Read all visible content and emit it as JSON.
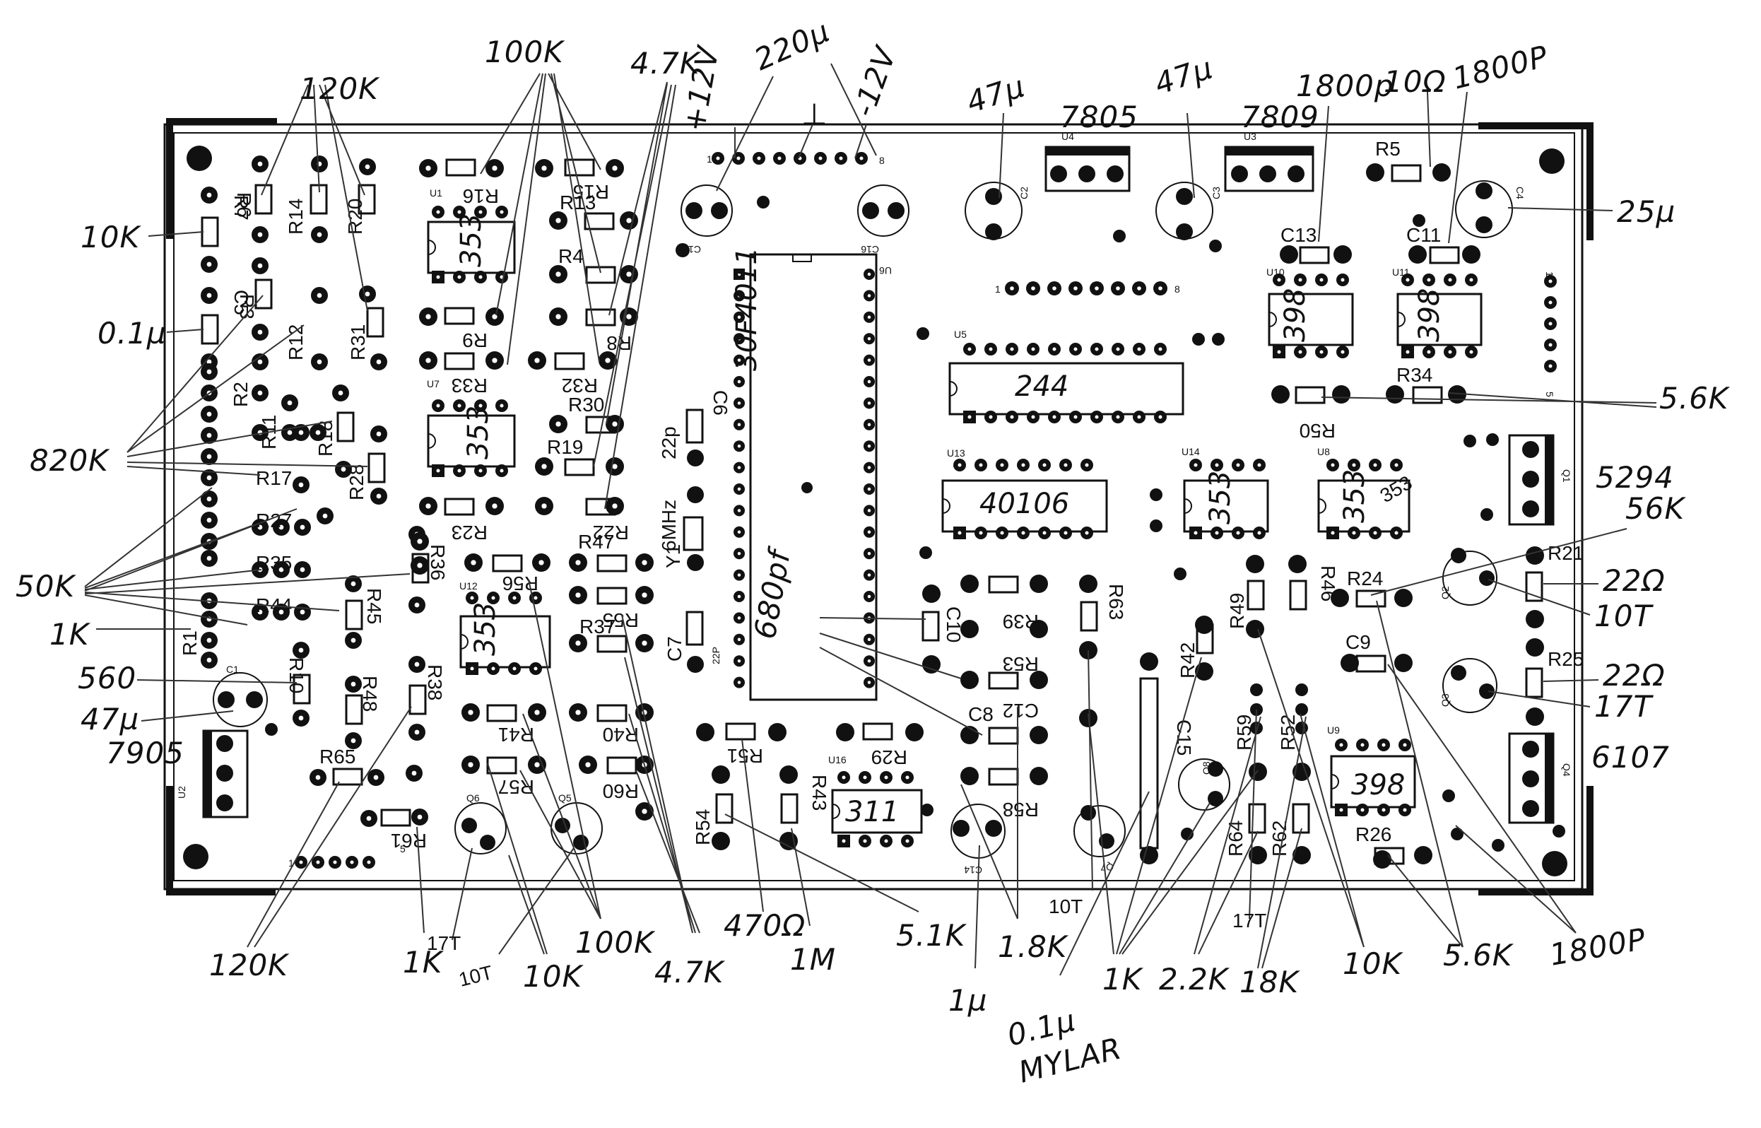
{
  "chips": {
    "mcu": "30F4011",
    "u5": "244",
    "u13": "40106",
    "u16": "311",
    "u1": "353",
    "u7": "353",
    "u12": "353",
    "u14": "353",
    "u8": "353",
    "u10": "398",
    "u11": "398",
    "u9": "398",
    "u4": "7805",
    "u3": "7809",
    "u2": "7905",
    "q1": "5294",
    "q4": "6107"
  },
  "designators": {
    "u1": "U1",
    "u4": "U4",
    "u3": "U3",
    "u5": "U5",
    "u6": "U6",
    "u7": "U7",
    "u8": "U8",
    "u9": "U9",
    "u10": "U10",
    "u11": "U11",
    "u12": "U12",
    "u13": "U13",
    "u14": "U14",
    "u16": "U16",
    "u2": "U2",
    "r1": "R1",
    "r2": "R2",
    "r3": "R3",
    "r4": "R4",
    "r5": "R5",
    "r6": "R6",
    "r7": "R7",
    "r8": "R8",
    "r9": "R9",
    "r10": "R10",
    "r11": "R11",
    "r12": "R12",
    "r13": "R13",
    "r14": "R14",
    "r15": "R15",
    "r16": "R16",
    "r17": "R17",
    "r18": "R18",
    "r19": "R19",
    "r20": "R20",
    "r21": "R21",
    "r22": "R22",
    "r23": "R23",
    "r24": "R24",
    "r25": "R25",
    "r26": "R26",
    "r27": "R27",
    "r28": "R28",
    "r29": "R29",
    "r30": "R30",
    "r31": "R31",
    "r32": "R32",
    "r33": "R33",
    "r34": "R34",
    "r35": "R35",
    "r36": "R36",
    "r37": "R37",
    "r38": "R38",
    "r39": "R39",
    "r40": "R40",
    "r41": "R41",
    "r42": "R42",
    "r43": "R43",
    "r44": "R44",
    "r45": "R45",
    "r46": "R46",
    "r47": "R47",
    "r48": "R48",
    "r49": "R49",
    "r50": "R50",
    "r51": "R51",
    "r52": "R52",
    "r53": "R53",
    "r54": "R54",
    "r55": "R55",
    "r56": "R56",
    "r57": "R57",
    "r58": "R58",
    "r59": "R59",
    "r60": "R60",
    "r61": "R61",
    "r62": "R62",
    "r63": "R63",
    "r64": "R64",
    "r65": "R65",
    "c1": "C1",
    "c2": "C2",
    "c3": "C3",
    "c4": "C4",
    "c5": "C5",
    "c6": "C6",
    "c7": "C7",
    "c8": "C8",
    "c9": "C9",
    "c10": "C10",
    "c11": "C11",
    "c12": "C12",
    "c13": "C13",
    "c14": "C14",
    "c15": "C15",
    "c16": "C16",
    "c18": "C18",
    "q1": "Q1",
    "q2": "Q2",
    "q3": "Q3",
    "q4": "Q4",
    "q5": "Q5",
    "q6": "Q6",
    "q7": "Q7",
    "q8": "Q8",
    "y1": "Y1",
    "one": "1",
    "eight": "8",
    "five": "5"
  },
  "annotations": {
    "a120k_top": "120K",
    "a100k_top": "100K",
    "a47k_top": "4.7K",
    "a220u": "220µ",
    "p12v": "+12V",
    "m12v": "-12V",
    "gnd": "⊥",
    "a47u_1": "47µ",
    "a47u_2": "47µ",
    "a1800p_1": "1800p",
    "a10r": "10Ω",
    "a1800p_2": "1800P",
    "a10k_left": "10K",
    "a01u": "0.1µ",
    "a820k": "820K",
    "a50k": "50K",
    "a1k_left": "1K",
    "a560": "560",
    "a47u_3": "47µ",
    "a7905": "7905",
    "a25u": "25µ",
    "a56k_right": "5.6K",
    "a5294": "5294",
    "a56k": "56K",
    "a22r_1": "22Ω",
    "a10t": "10T",
    "a22r_2": "22Ω",
    "a17t_r": "17T",
    "a6107": "6107",
    "a22p_1": "22p",
    "a6mhz": "6MHz",
    "a22p_2": "22P",
    "a680p": "680pf",
    "a120k_bot": "120K",
    "a1k_bot": "1K",
    "a17t_bot": "17T",
    "a10t_bot": "10T",
    "a10k_bot": "10K",
    "a100k_bot": "100K",
    "a47k_bot": "4.7K",
    "a470r": "470Ω",
    "a1m": "1M",
    "a51k": "5.1K",
    "a18k": "1.8K",
    "a1u": "1µ",
    "a10t_c": "10T",
    "a01u_mylar": "0.1µ",
    "mylar": "MYLAR",
    "a1k_c": "1K",
    "a22k": "2.2K",
    "a17t_c": "17T",
    "a18k_c": "18K",
    "a10k_c": "10K",
    "a56k_bot": "5.6K",
    "a1800p_bot": "1800P",
    "a353_strike": "353"
  }
}
